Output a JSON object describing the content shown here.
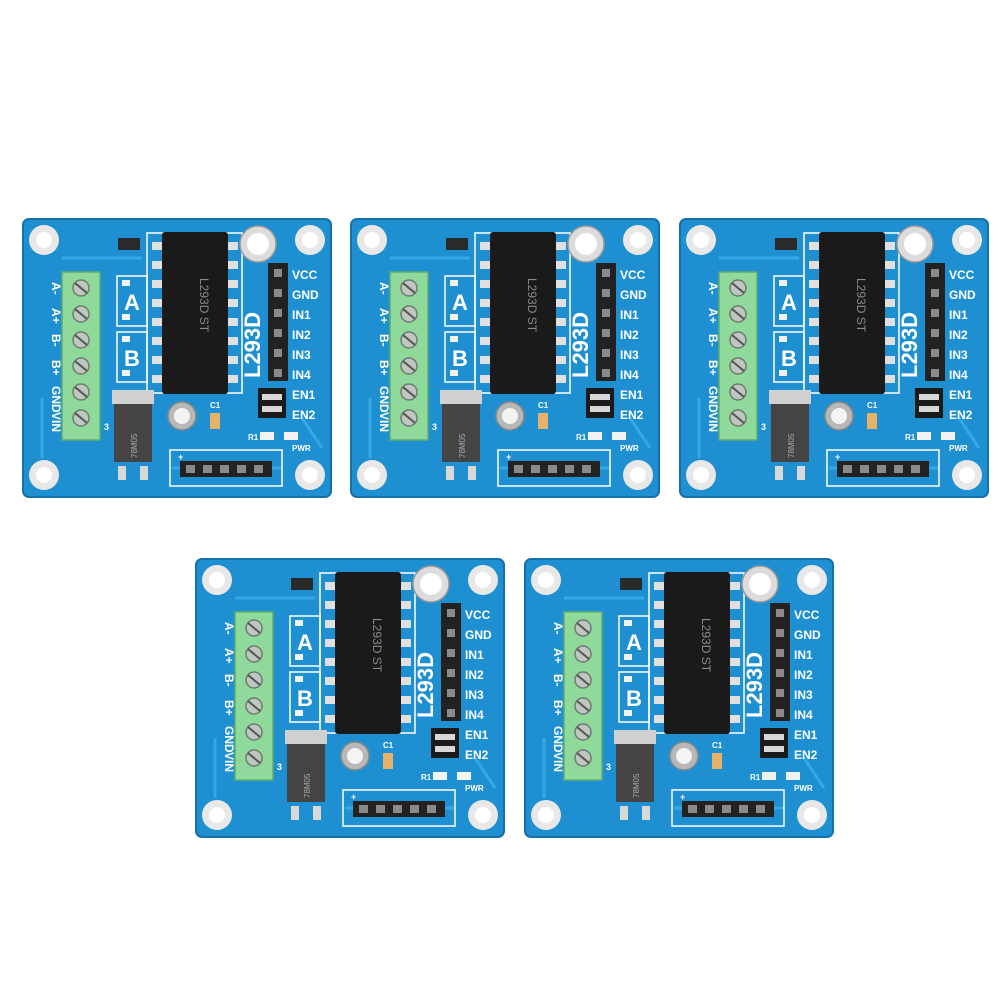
{
  "product": {
    "board_count": 5,
    "chip_label": "L293D",
    "chip_marking": "L293D ST",
    "regulator_marking": "78M05",
    "pin_labels": [
      "VCC",
      "GND",
      "IN1",
      "IN2",
      "IN3",
      "IN4",
      "EN1",
      "EN2"
    ],
    "terminal_labels": [
      "A-",
      "A+",
      "B-",
      "B+",
      "GND",
      "VIN"
    ],
    "motor_a_label": "A",
    "motor_b_label": "B",
    "capacitor_label": "C1",
    "resistor_label": "R1",
    "power_label": "PWR",
    "pin_one_marker": "3",
    "header_plus": "+",
    "colors": {
      "pcb": "#1e8fd0",
      "pcb_trace": "#37a8e6",
      "terminal_block": "#8fd99a",
      "chip": "#1a1a1a",
      "pad": "#d8d8d8"
    }
  }
}
